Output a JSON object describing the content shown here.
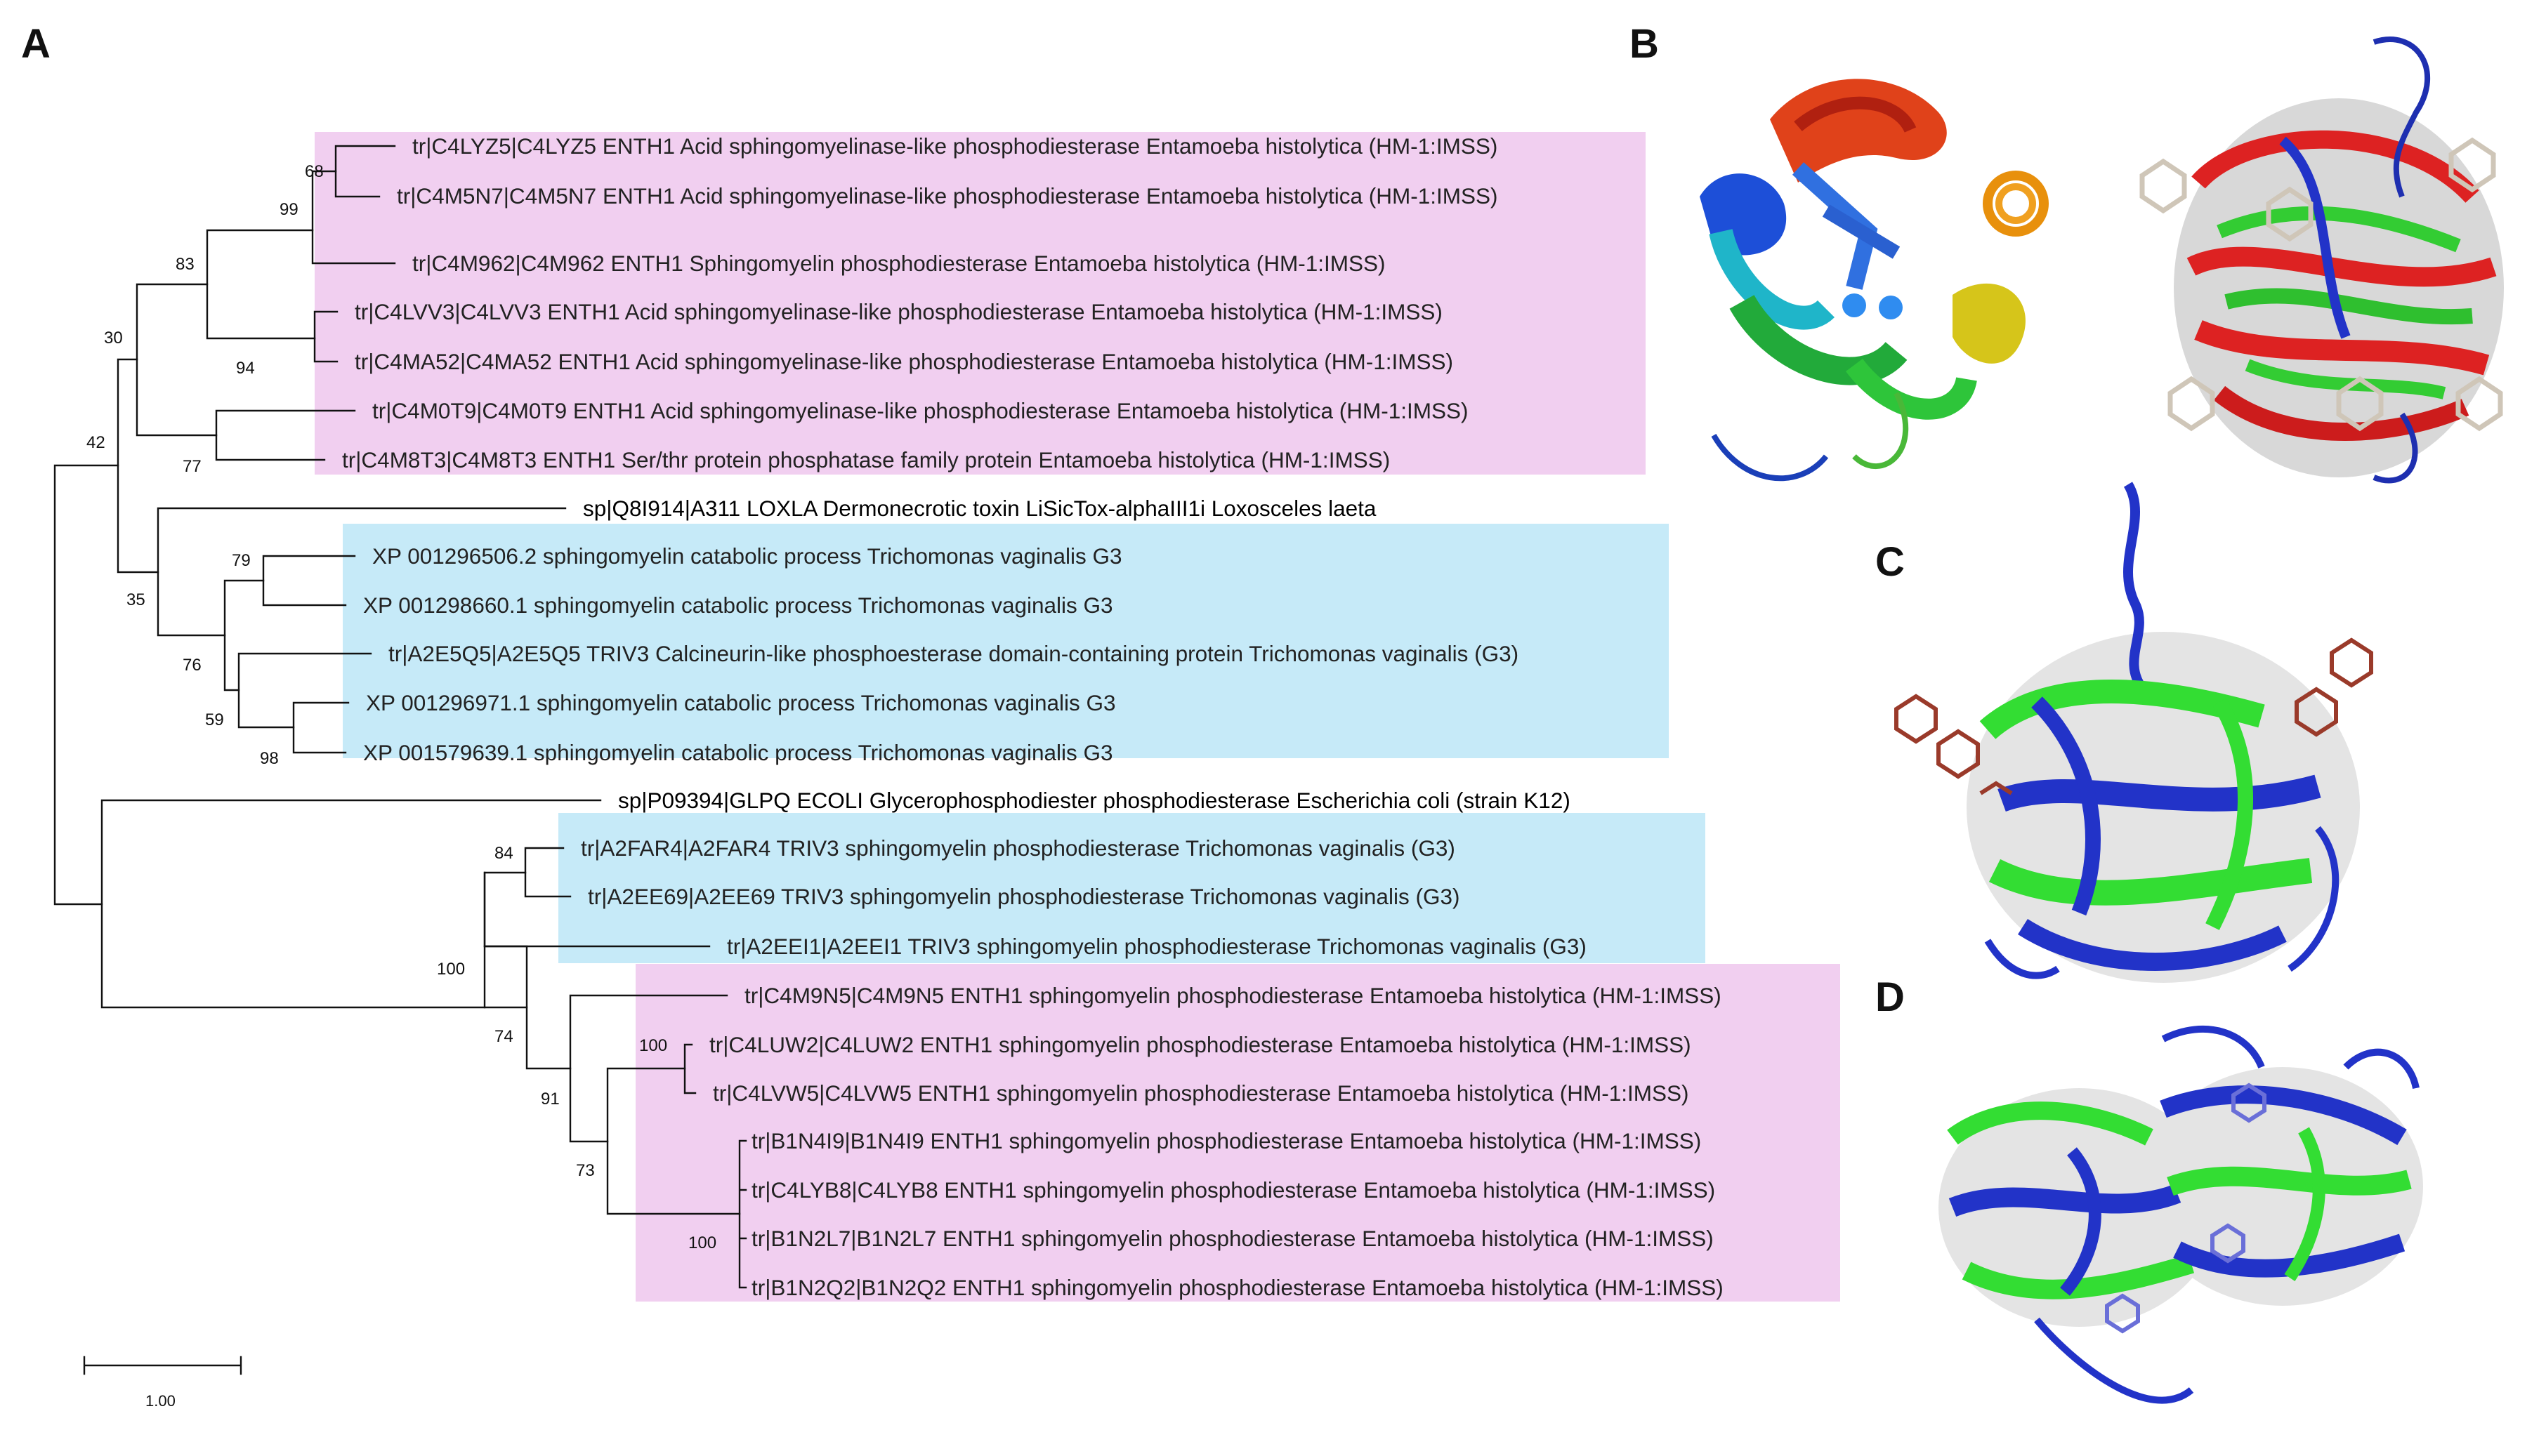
{
  "panels": {
    "a": "A",
    "b": "B",
    "c": "C",
    "d": "D"
  },
  "colors": {
    "entamoeba_highlight": "#f1cff0",
    "trichomonas_highlight": "#c6eaf8",
    "structure_blue": "#2233c8",
    "structure_green": "#33dd33",
    "structure_red": "#dd2222"
  },
  "tree": {
    "leaves": [
      "tr|C4LYZ5|C4LYZ5 ENTH1 Acid sphingomyelinase-like phosphodiesterase Entamoeba histolytica (HM-1:IMSS)",
      "tr|C4M5N7|C4M5N7 ENTH1 Acid sphingomyelinase-like phosphodiesterase Entamoeba histolytica (HM-1:IMSS)",
      "tr|C4M962|C4M962 ENTH1 Sphingomyelin phosphodiesterase Entamoeba histolytica (HM-1:IMSS)",
      "tr|C4LVV3|C4LVV3 ENTH1 Acid sphingomyelinase-like phosphodiesterase Entamoeba histolytica (HM-1:IMSS)",
      "tr|C4MA52|C4MA52 ENTH1 Acid sphingomyelinase-like phosphodiesterase Entamoeba histolytica (HM-1:IMSS)",
      "tr|C4M0T9|C4M0T9 ENTH1 Acid sphingomyelinase-like phosphodiesterase Entamoeba histolytica (HM-1:IMSS)",
      "tr|C4M8T3|C4M8T3 ENTH1 Ser/thr protein phosphatase family protein Entamoeba histolytica (HM-1:IMSS)",
      "sp|Q8I914|A311 LOXLA Dermonecrotic toxin LiSicTox-alphaIII1i Loxosceles laeta",
      "XP 001296506.2 sphingomyelin catabolic process Trichomonas vaginalis G3",
      "XP 001298660.1 sphingomyelin catabolic process Trichomonas vaginalis G3",
      "tr|A2E5Q5|A2E5Q5 TRIV3 Calcineurin-like phosphoesterase domain-containing protein Trichomonas vaginalis (G3)",
      "XP 001296971.1 sphingomyelin catabolic process Trichomonas vaginalis G3",
      "XP 001579639.1 sphingomyelin catabolic process Trichomonas vaginalis G3",
      "sp|P09394|GLPQ ECOLI Glycerophosphodiester phosphodiesterase Escherichia coli (strain K12)",
      "tr|A2FAR4|A2FAR4 TRIV3 sphingomyelin phosphodiesterase Trichomonas vaginalis (G3)",
      "tr|A2EE69|A2EE69 TRIV3 sphingomyelin phosphodiesterase Trichomonas vaginalis (G3)",
      "tr|A2EEI1|A2EEI1 TRIV3 sphingomyelin phosphodiesterase Trichomonas vaginalis (G3)",
      "tr|C4M9N5|C4M9N5 ENTH1 sphingomyelin phosphodiesterase Entamoeba histolytica (HM-1:IMSS)",
      "tr|C4LUW2|C4LUW2 ENTH1 sphingomyelin phosphodiesterase Entamoeba histolytica (HM-1:IMSS)",
      "tr|C4LVW5|C4LVW5 ENTH1 sphingomyelin phosphodiesterase Entamoeba histolytica (HM-1:IMSS)",
      "tr|B1N4I9|B1N4I9 ENTH1 sphingomyelin phosphodiesterase Entamoeba histolytica (HM-1:IMSS)",
      "tr|C4LYB8|C4LYB8 ENTH1 sphingomyelin phosphodiesterase Entamoeba histolytica (HM-1:IMSS)",
      "tr|B1N2L7|B1N2L7 ENTH1 sphingomyelin phosphodiesterase Entamoeba histolytica (HM-1:IMSS)",
      "tr|B1N2Q2|B1N2Q2 ENTH1 sphingomyelin phosphodiesterase Entamoeba histolytica (HM-1:IMSS)"
    ],
    "bootstrap": [
      "68",
      "99",
      "83",
      "94",
      "30",
      "77",
      "42",
      "79",
      "35",
      "76",
      "59",
      "98",
      "84",
      "100",
      "74",
      "100",
      "91",
      "73",
      "100"
    ],
    "scale_label": "1.00"
  }
}
